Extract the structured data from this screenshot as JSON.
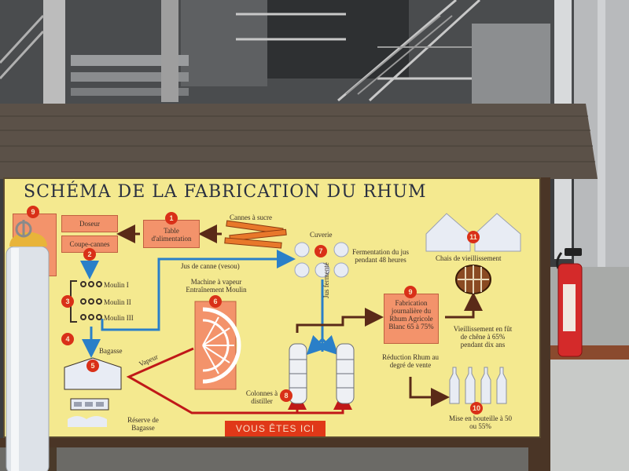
{
  "sign": {
    "title": "SCHÉMA DE LA FABRICATION DU RHUM",
    "banner": "VOUS ÊTES ICI",
    "steps": {
      "n1": "1",
      "n2": "2",
      "n3": "3",
      "n4": "4",
      "n5": "5",
      "n6": "6",
      "n7": "7",
      "n8": "8",
      "n9": "9",
      "n10": "10",
      "n11": "11"
    },
    "labels": {
      "cannes": "Cannes à sucre",
      "table": "Table d'alimentation",
      "doseur": "Doseur",
      "coupe_cannes": "Coupe-cannes",
      "cuverie": "Cuverie",
      "fermentation": "Fermentation du jus pendant 48 heures",
      "jus_canne": "Jus de canne (vesou)",
      "moulin1": "Moulin I",
      "moulin2": "Moulin II",
      "moulin3": "Moulin III",
      "machine": "Machine à vapeur Entraînement Moulin",
      "jus_fermente": "Jus fermenté",
      "bagasse": "Bagasse",
      "vapeur": "Vapeur",
      "colonnes": "Colonnes à distiller",
      "reserve": "Réserve de Bagasse",
      "fabrication": "Fabrication journalière du Rhum Agricole Blanc 65 à 75%",
      "chais": "Chais de vieillissement",
      "vieillissement": "Vieillissement en fût de chêne à 65% pendant dix ans",
      "reduction": "Réduction Rhum au degré de vente",
      "mise": "Mise en bouteille à 50 ou 55%"
    }
  },
  "colors": {
    "sign_bg": "#f4e98f",
    "box": "#f3936b",
    "number_badge": "#d93018",
    "banner": "#e03818",
    "flow_blue": "#2a7fc8",
    "flow_red": "#c01818",
    "flow_brown": "#5a2a18",
    "roof": "#5b5148"
  }
}
